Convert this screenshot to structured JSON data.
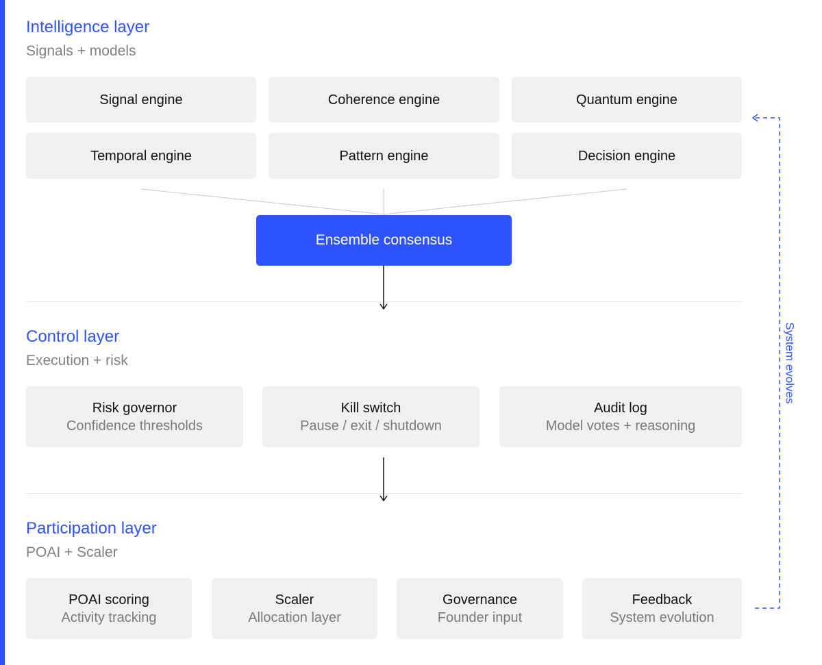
{
  "layers": {
    "intelligence": {
      "title": "Intelligence layer",
      "subtitle": "Signals + models",
      "engines": [
        "Signal engine",
        "Coherence engine",
        "Quantum engine",
        "Temporal engine",
        "Pattern engine",
        "Decision engine"
      ],
      "consensus": "Ensemble consensus"
    },
    "control": {
      "title": "Control layer",
      "subtitle": "Execution + risk",
      "items": [
        {
          "label": "Risk governor",
          "sub": "Confidence thresholds"
        },
        {
          "label": "Kill switch",
          "sub": "Pause / exit / shutdown"
        },
        {
          "label": "Audit log",
          "sub": "Model votes + reasoning"
        }
      ]
    },
    "participation": {
      "title": "Participation layer",
      "subtitle": "POAI + Scaler",
      "items": [
        {
          "label": "POAI scoring",
          "sub": "Activity tracking"
        },
        {
          "label": "Scaler",
          "sub": "Allocation layer"
        },
        {
          "label": "Governance",
          "sub": "Founder input"
        },
        {
          "label": "Feedback",
          "sub": "System evolution"
        }
      ]
    }
  },
  "feedback_loop": {
    "label": "System evolves"
  },
  "colors": {
    "accent": "#2f54ff",
    "box_bg": "#f0f0f0",
    "subtitle": "#808080"
  }
}
